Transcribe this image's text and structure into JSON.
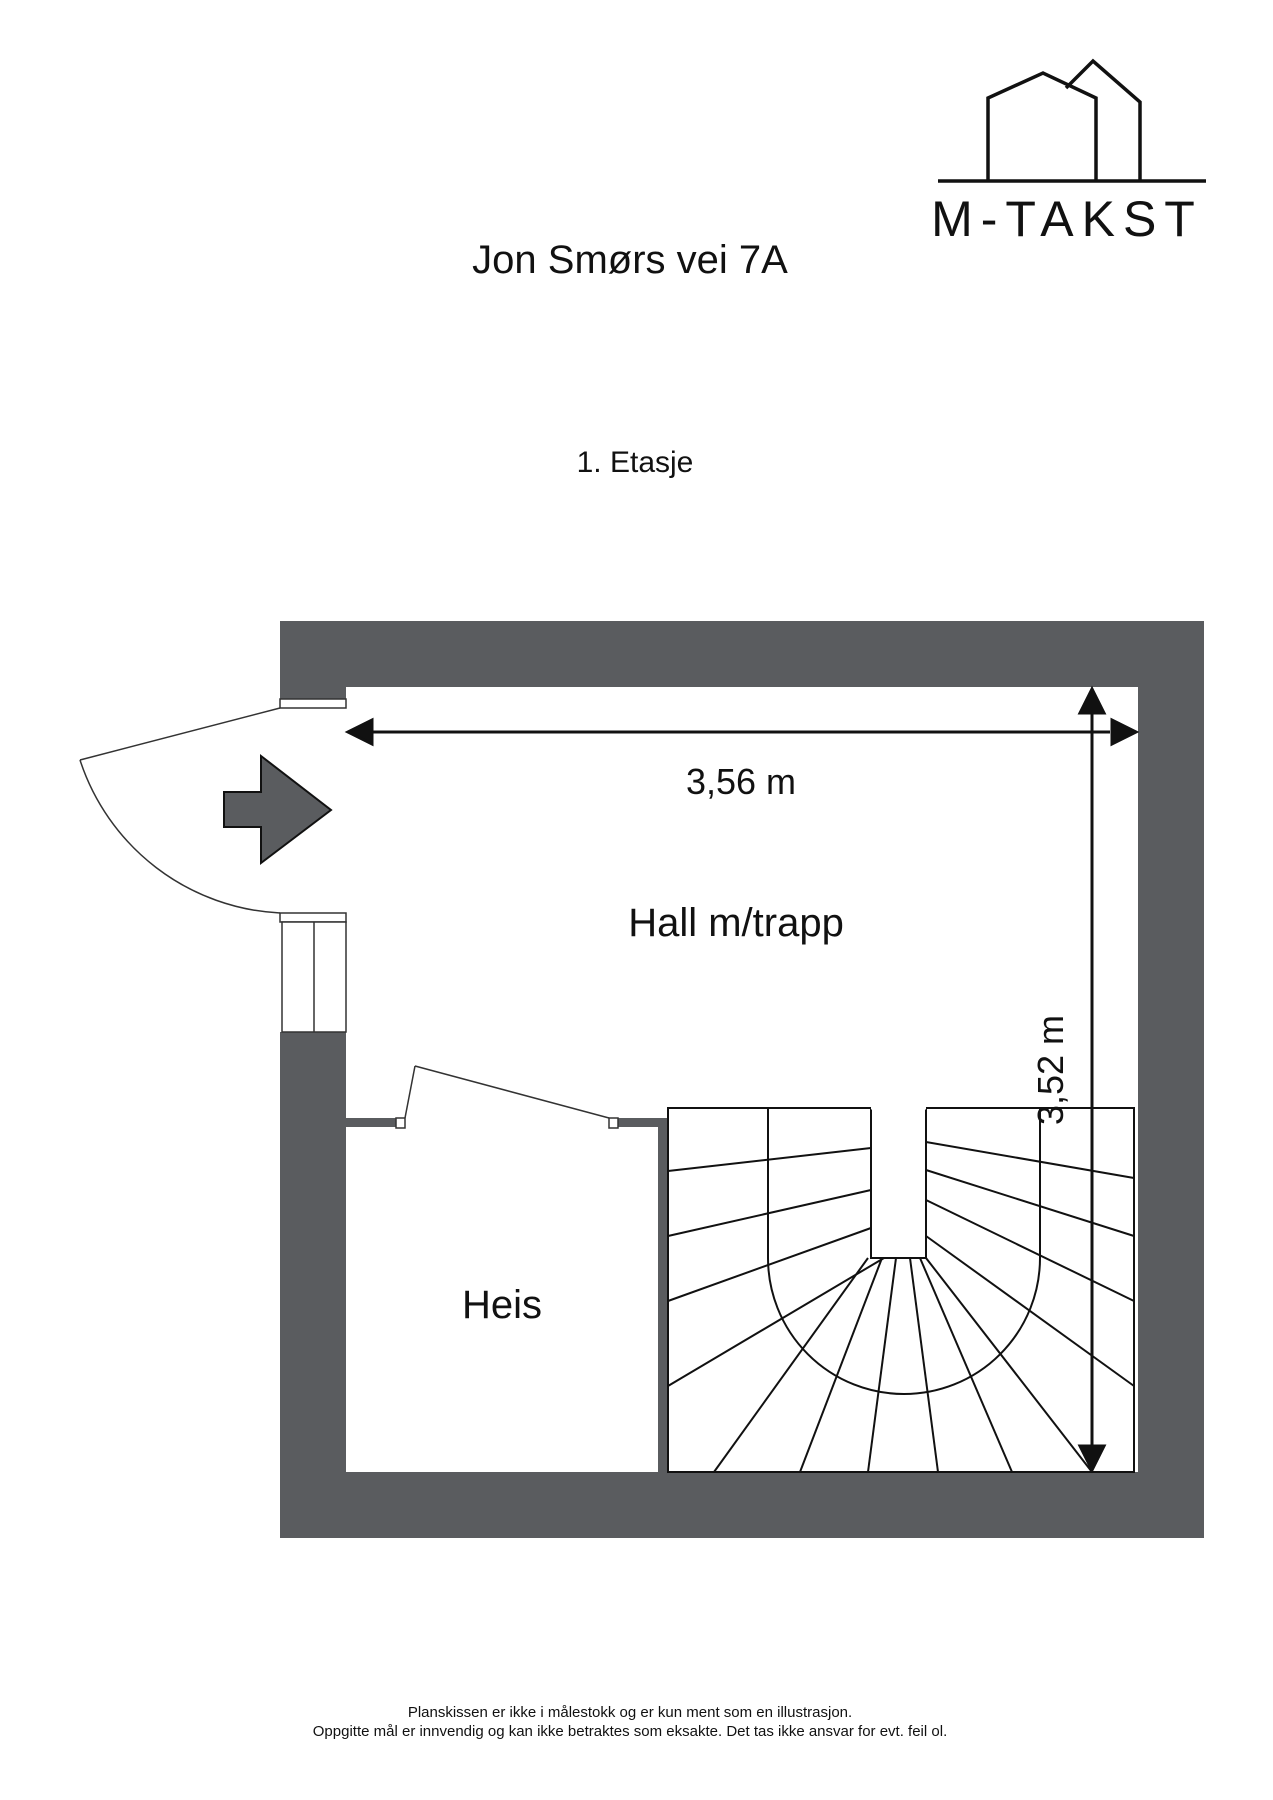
{
  "brand": {
    "name": "M-TAKST",
    "logo_icon": "house-outline-icon"
  },
  "address": "Jon Smørs vei 7A",
  "floor_label": "1. Etasje",
  "rooms": {
    "hall": "Hall m/trapp",
    "elevator": "Heis"
  },
  "dimensions": {
    "width": "3,56 m",
    "depth": "3,52 m"
  },
  "colors": {
    "wall": "#5a5c5f",
    "line": "#111111"
  },
  "disclaimer": {
    "line1": "Planskissen er ikke i målestokk og er kun ment som en illustrasjon.",
    "line2": "Oppgitte mål er innvendig og kan ikke betraktes som eksakte. Det tas ikke ansvar for evt. feil ol."
  }
}
